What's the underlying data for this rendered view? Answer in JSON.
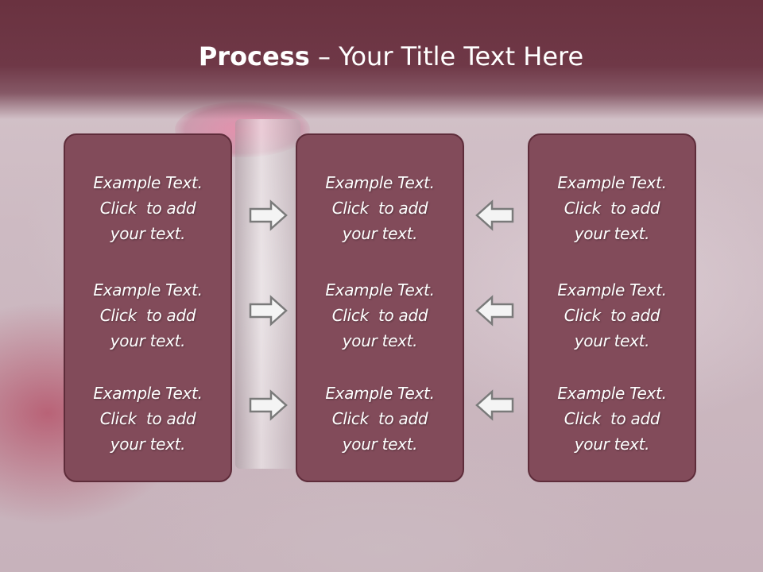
{
  "title": {
    "bold": "Process",
    "rest": " – Your Title Text Here"
  },
  "panels": [
    {
      "items": [
        {
          "line1": "Example Text.",
          "line2": "Click  to add",
          "line3": "your text."
        },
        {
          "line1": "Example Text.",
          "line2": "Click  to add",
          "line3": "your text."
        },
        {
          "line1": "Example Text.",
          "line2": "Click  to add",
          "line3": "your text."
        }
      ]
    },
    {
      "items": [
        {
          "line1": "Example Text.",
          "line2": "Click  to add",
          "line3": "your text."
        },
        {
          "line1": "Example Text.",
          "line2": "Click  to add",
          "line3": "your text."
        },
        {
          "line1": "Example Text.",
          "line2": "Click  to add",
          "line3": "your text."
        }
      ]
    },
    {
      "items": [
        {
          "line1": "Example Text.",
          "line2": "Click  to add",
          "line3": "your text."
        },
        {
          "line1": "Example Text.",
          "line2": "Click  to add",
          "line3": "your text."
        },
        {
          "line1": "Example Text.",
          "line2": "Click  to add",
          "line3": "your text."
        }
      ]
    }
  ],
  "arrows": {
    "left_group": "arrow-right-icon",
    "right_group": "arrow-left-icon"
  },
  "colors": {
    "header": "#6a3240",
    "panel": "#824b5a",
    "panel_border": "#5e2c3a",
    "text": "#ffffff",
    "arrow_fill": "#f4f4f4",
    "arrow_stroke": "#7a7a7a"
  }
}
